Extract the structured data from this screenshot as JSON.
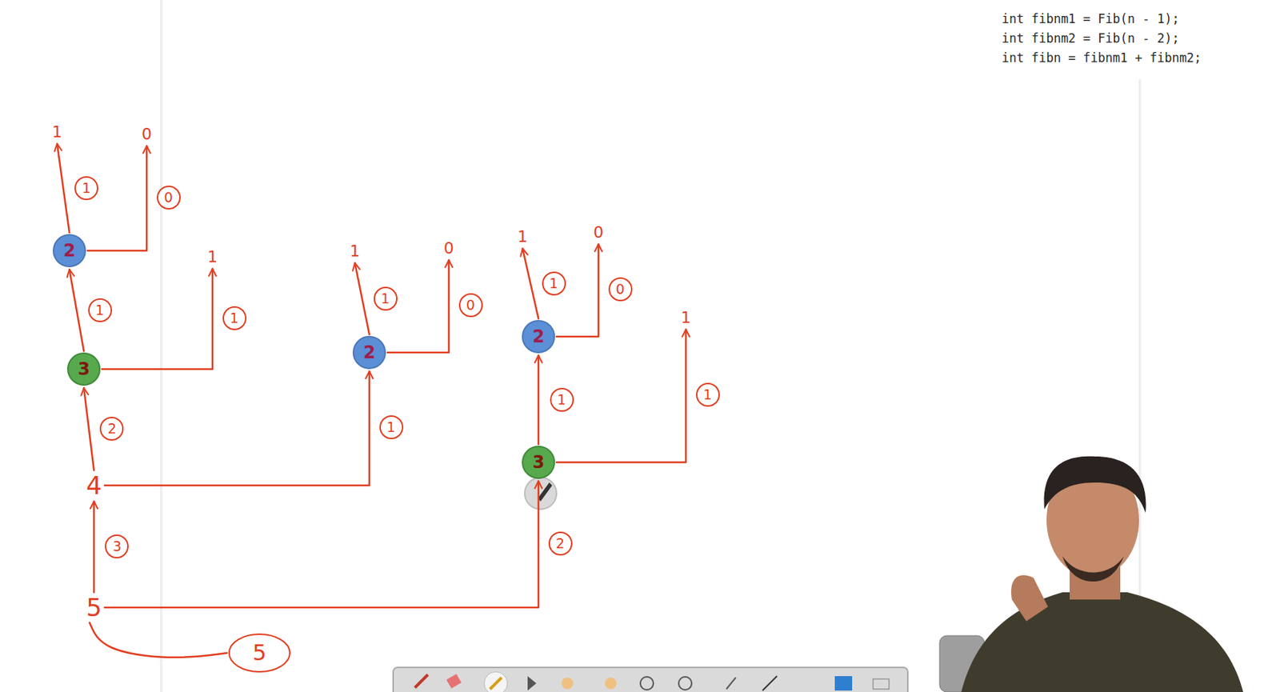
{
  "diagram": {
    "nodes": [
      {
        "text": [
          "1"
        ]
      },
      {
        "text": [
          "0"
        ]
      },
      {
        "text": [
          "2"
        ]
      },
      {
        "text": [
          "1"
        ]
      },
      {
        "text": [
          "1"
        ]
      },
      {
        "text": [
          "0"
        ]
      },
      {
        "text": [
          "1"
        ]
      },
      {
        "text": [
          "0"
        ]
      },
      {
        "text": [
          "1"
        ]
      },
      {
        "text": [
          "2"
        ]
      },
      {
        "text": [
          "2"
        ]
      },
      {
        "text": [
          "3"
        ]
      },
      {
        "text": [
          "3"
        ]
      },
      {
        "text": [
          "4"
        ]
      },
      {
        "text": [
          "5"
        ]
      },
      {
        "text": [
          "5"
        ]
      }
    ],
    "edges": [
      {
        "from": 14,
        "to": 13,
        "arrow": "to",
        "label": "3"
      },
      {
        "from": 14,
        "to": 12,
        "arrow": "to",
        "label": "2"
      },
      {
        "from": 13,
        "to": 11,
        "arrow": "to",
        "label": "2"
      },
      {
        "from": 13,
        "to": 10,
        "arrow": "to",
        "label": "1"
      },
      {
        "from": 11,
        "to": 2,
        "arrow": "to",
        "label": "1"
      },
      {
        "from": 11,
        "to": 3,
        "arrow": "to",
        "label": "1"
      },
      {
        "from": 2,
        "to": 0,
        "arrow": "to",
        "label": "1"
      },
      {
        "from": 2,
        "to": 1,
        "arrow": "to",
        "label": "0"
      },
      {
        "from": 10,
        "to": 4,
        "arrow": "to",
        "label": "1"
      },
      {
        "from": 10,
        "to": 5,
        "arrow": "to",
        "label": "0"
      },
      {
        "from": 12,
        "to": 9,
        "arrow": "to",
        "label": "1"
      },
      {
        "from": 12,
        "to": 8,
        "arrow": "to",
        "label": "1"
      },
      {
        "from": 9,
        "to": 6,
        "arrow": "to",
        "label": "1"
      },
      {
        "from": 9,
        "to": 7,
        "arrow": "to",
        "label": "0"
      },
      {
        "from": 14,
        "to": 15,
        "arrow": "none"
      }
    ],
    "labels": [
      "int fibnm1 = Fib(n - 1);",
      "int fibnm2 = Fib(n - 2);",
      "int fibn = fibnm1 + fibnm2;"
    ]
  }
}
